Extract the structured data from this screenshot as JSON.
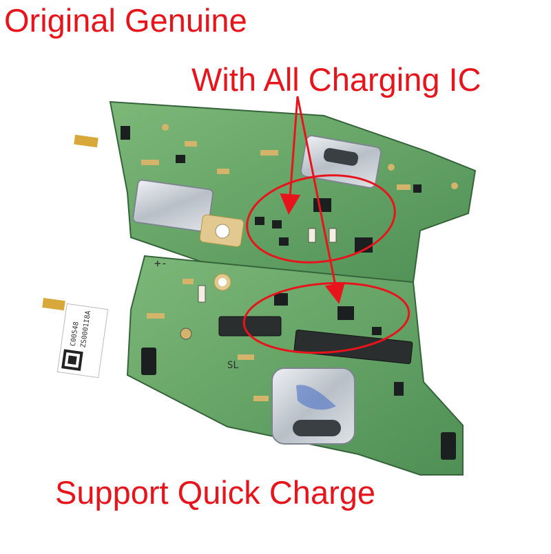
{
  "captions": {
    "top_left": "Original Genuine",
    "callout": "With All Charging IC",
    "bottom": "Support Quick Charge"
  },
  "board_labels": {
    "polarity": "+-",
    "serial_1": "C00548",
    "serial_2": "ZS0001I8A",
    "mark_1": "SL"
  },
  "colors": {
    "caption": "#e8141b",
    "pcb": "#6aa86a",
    "pcb_dark": "#3f7a45",
    "metal": "#c9cfd6",
    "chip": "#1b1f1f",
    "callout_ellipse": "#e8141b"
  }
}
